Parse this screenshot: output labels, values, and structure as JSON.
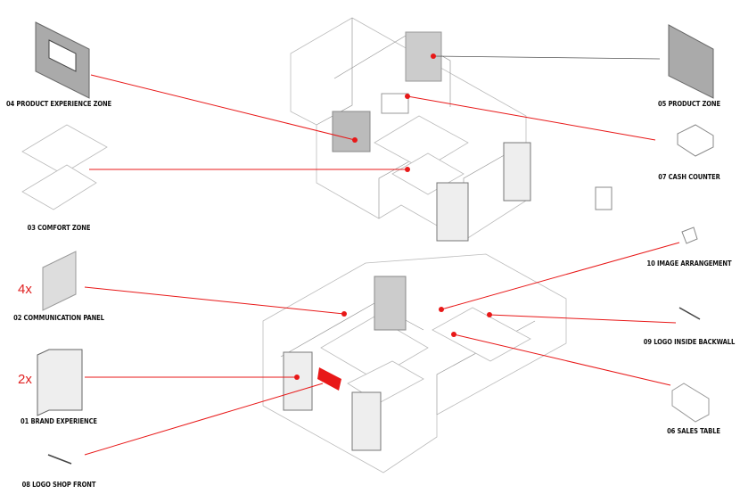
{
  "labels": {
    "l04": "04 PRODUCT EXPERIENCE ZONE",
    "l03": "03 COMFORT ZONE",
    "l02": "02 COMMUNICATION PANEL",
    "l01": "01 BRAND EXPERIENCE",
    "l08": "08 LOGO SHOP FRONT",
    "l05": "05 PRODUCT ZONE",
    "l07": "07 CASH COUNTER",
    "l10": "10 IMAGE ARRANGEMENT",
    "l09": "09 LOGO INSIDE BACKWALL",
    "l06": "06 SALES TABLE"
  },
  "multipliers": {
    "m02": "4x",
    "m01": "2x"
  },
  "colors": {
    "accent": "#e81818"
  }
}
